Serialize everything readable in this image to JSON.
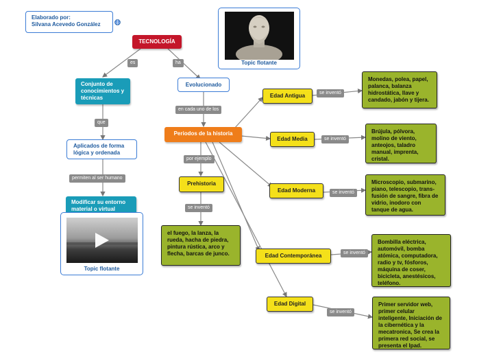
{
  "author": {
    "line1": "Elaborado por:",
    "line2": "Silvana Acevedo González"
  },
  "root": "TECNOLOGÍA",
  "links": {
    "es": "es",
    "ha": "ha",
    "que": "que",
    "permiten": "permiten al ser humano",
    "en_cada": "en cada uno de los",
    "por_ejemplo": "por ejemplo",
    "se_invento": "se inventó"
  },
  "nodes": {
    "conjunto": "Conjunto de conocimientos y técnicas",
    "aplicados": "Aplicados de forma lógica y ordenada",
    "modificar": "Modificar su entorno material o virtual",
    "evolucionado": "Evolucionado",
    "periodos": "Periodos de la historia",
    "prehistoria": "Prehistoria",
    "prehistoria_inventos": "el fuego, la lanza, la rueda, hacha de piedra, pintura rústica, arco y flecha, barcas de junco."
  },
  "eras": [
    {
      "name": "Edad Antigua",
      "inventions": "Monedas, polea, papel, palanca, balanza hidrostática, llave y candado, jabón y tijera."
    },
    {
      "name": "Edad Media",
      "inventions": "Brújula, pólvora, molino de viento, anteojos, taladro manual, imprenta, cristal."
    },
    {
      "name": "Edad Moderna",
      "inventions": "Microscopio, submarino, piano, telescopio, trans-fusión de sangre, fibra de vidrio, inodoro con tanque de agua."
    },
    {
      "name": "Edad Contemporánea",
      "inventions": "Bombilla eléctrica, automóvil, bomba atómica, computadora, radio y tv, fósforos, máquina de coser, bicicleta, anestésicos, teléfono."
    },
    {
      "name": "Edad Digital",
      "inventions": "Primer servidor web, primer celular inteligente, Iniciación de la cibernética y la mecatronica, Se crea la primera red social, se presenta el Ipad."
    }
  ],
  "floating": {
    "image_caption": "Topic flotante",
    "video_caption": "Topic flotante"
  },
  "icons": {
    "globe": "globe-icon",
    "play": "play-icon"
  }
}
